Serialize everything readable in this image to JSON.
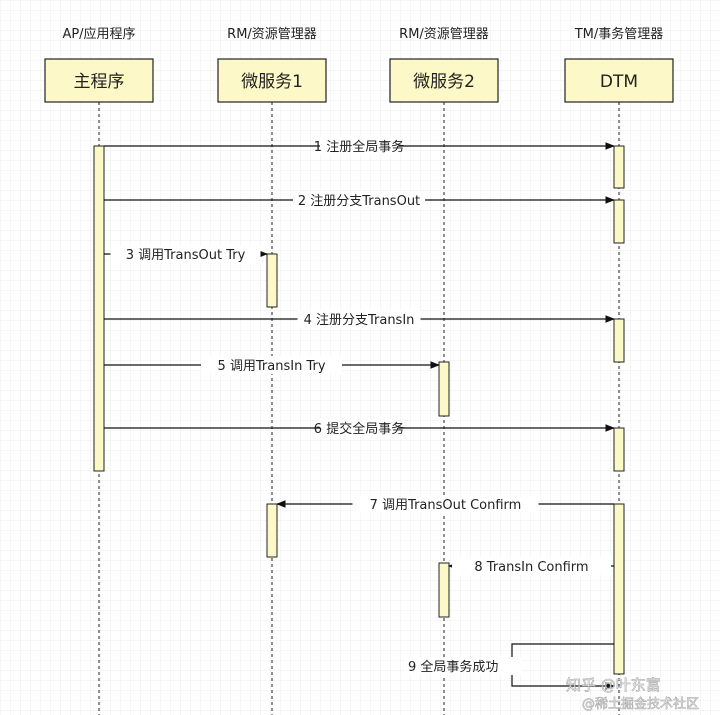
{
  "colors": {
    "box_fill": "#fdf8c8",
    "box_stroke": "#222222",
    "grid": "#ececec",
    "line": "#111111"
  },
  "participants": [
    {
      "role": "AP/应用程序",
      "name": "主程序"
    },
    {
      "role": "RM/资源管理器",
      "name": "微服务1"
    },
    {
      "role": "RM/资源管理器",
      "name": "微服务2"
    },
    {
      "role": "TM/事务管理器",
      "name": "DTM"
    }
  ],
  "messages": [
    {
      "label": "1 注册全局事务",
      "from": 0,
      "to": 3
    },
    {
      "label": "2 注册分支TransOut",
      "from": 0,
      "to": 3
    },
    {
      "label": "3 调用TransOut Try",
      "from": 0,
      "to": 1
    },
    {
      "label": "4 注册分支TransIn",
      "from": 0,
      "to": 3
    },
    {
      "label": "5 调用TransIn Try",
      "from": 0,
      "to": 2
    },
    {
      "label": "6 提交全局事务",
      "from": 0,
      "to": 3
    },
    {
      "label": "7 调用TransOut Confirm",
      "from": 3,
      "to": 1
    },
    {
      "label": "8 TransIn Confirm",
      "from": 3,
      "to": 2
    },
    {
      "label": "9 全局事务成功",
      "from": 3,
      "to": 3
    }
  ],
  "watermark": {
    "line1": "知乎 @叶东富",
    "line2": "@稀土掘金技术社区"
  }
}
